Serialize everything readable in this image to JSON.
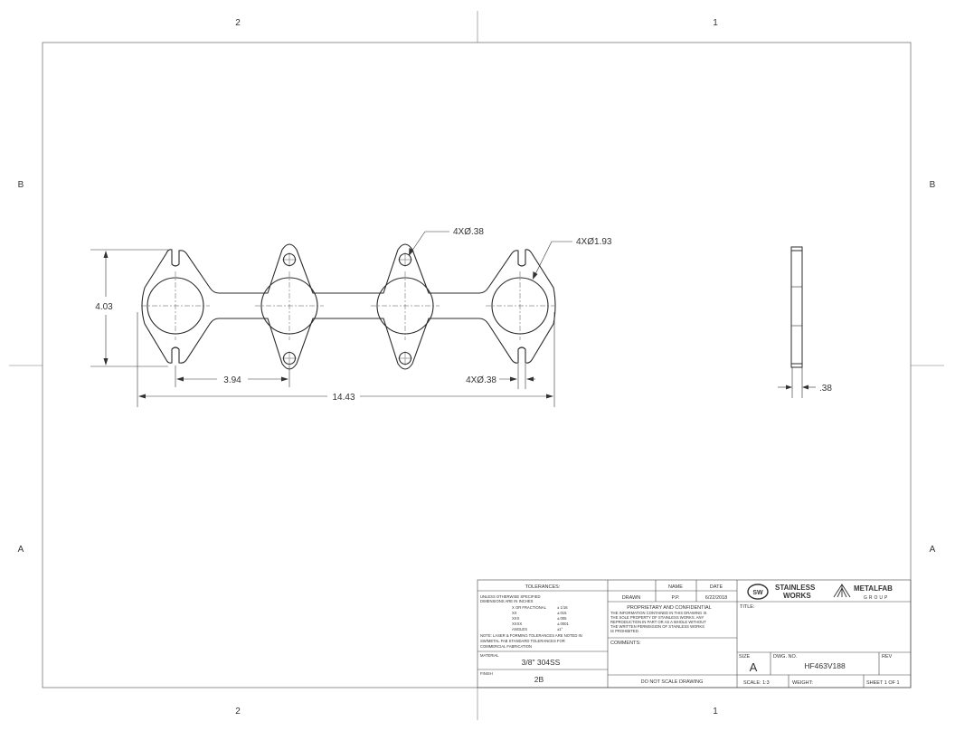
{
  "zones": {
    "top": [
      "2",
      "1"
    ],
    "bottom": [
      "2",
      "1"
    ],
    "left": [
      "B",
      "A"
    ],
    "right": [
      "B",
      "A"
    ]
  },
  "dimensions": {
    "height": "4.03",
    "width": "14.43",
    "pitch": "3.94",
    "small_hole": "4XØ.38",
    "port_hole": "4XØ1.93",
    "slot": "4XØ.38",
    "thickness": ".38"
  },
  "title_block": {
    "tolerances_header": "TOLERANCES:",
    "tolerance_notes": [
      "UNLESS OTHERWISE SPECIFIED",
      "DIMENSIONS ARE IN INCHES"
    ],
    "tolerance_rows": [
      {
        "label": "X OR FRACTIONAL",
        "value": "± 1/16"
      },
      {
        "label": "XX",
        "value": "±.015"
      },
      {
        "label": "XXX",
        "value": "±.005"
      },
      {
        "label": "XXXX",
        "value": "±.0001"
      },
      {
        "label": "ANGLES",
        "value": "±1°"
      }
    ],
    "forming_notes": [
      "NOTE: LASER & FORMING TOLERANCES ARE NOTED IN",
      "SW/METAL FAB STANDARD TOLERANCES FOR",
      "COMMERCIAL FABRICATION"
    ],
    "material_label": "MATERIAL",
    "material_value": "3/8\" 304SS",
    "finish_label": "FINISH",
    "finish_value": "2B",
    "name_header": "NAME",
    "date_header": "DATE",
    "drawn_label": "DRAWN",
    "drawn_name": "P.P.",
    "drawn_date": "6/22/2018",
    "proprietary_title": "PROPRIETARY AND CONFIDENTIAL",
    "proprietary_lines": [
      "THE INFORMATION CONTAINED IN THIS DRAWING IS",
      "THE SOLE PROPERTY OF STAINLESS WORKS. ANY",
      "REPRODUCTION IN PART OR AS A WHOLE WITHOUT",
      "THE WRITTEN PERMISSION OF STAINLESS WORKS",
      "IS PROHIBITED."
    ],
    "comments_label": "COMMENTS:",
    "do_not_scale": "DO NOT SCALE DRAWING",
    "logo_sw_badge": "SW",
    "logo_sw_line1": "STAINLESS",
    "logo_sw_line2": "WORKS",
    "logo_mf_line1": "METALFAB",
    "logo_mf_line2": "GROUP",
    "title_label": "TITLE:",
    "size_label": "SIZE",
    "size_value": "A",
    "dwg_label": "DWG. NO.",
    "dwg_value": "HF463V188",
    "rev_label": "REV",
    "scale_label": "SCALE: 1:3",
    "weight_label": "WEIGHT:",
    "sheet_label": "SHEET 1 OF 1"
  },
  "colors": {
    "line": "#2b2b2b",
    "frame": "#777777"
  }
}
